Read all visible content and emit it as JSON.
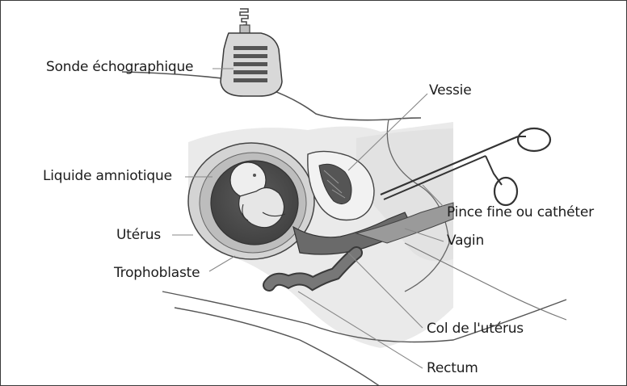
{
  "diagram": {
    "labels": {
      "probe": "Sonde échographique",
      "bladder": "Vessie",
      "amniotic_fluid": "Liquide amniotique",
      "forceps": "Pince fine ou cathéter",
      "uterus": "Utérus",
      "vagina": "Vagin",
      "trophoblast": "Trophoblaste",
      "cervix": "Col de l'utérus",
      "rectum": "Rectum"
    }
  }
}
